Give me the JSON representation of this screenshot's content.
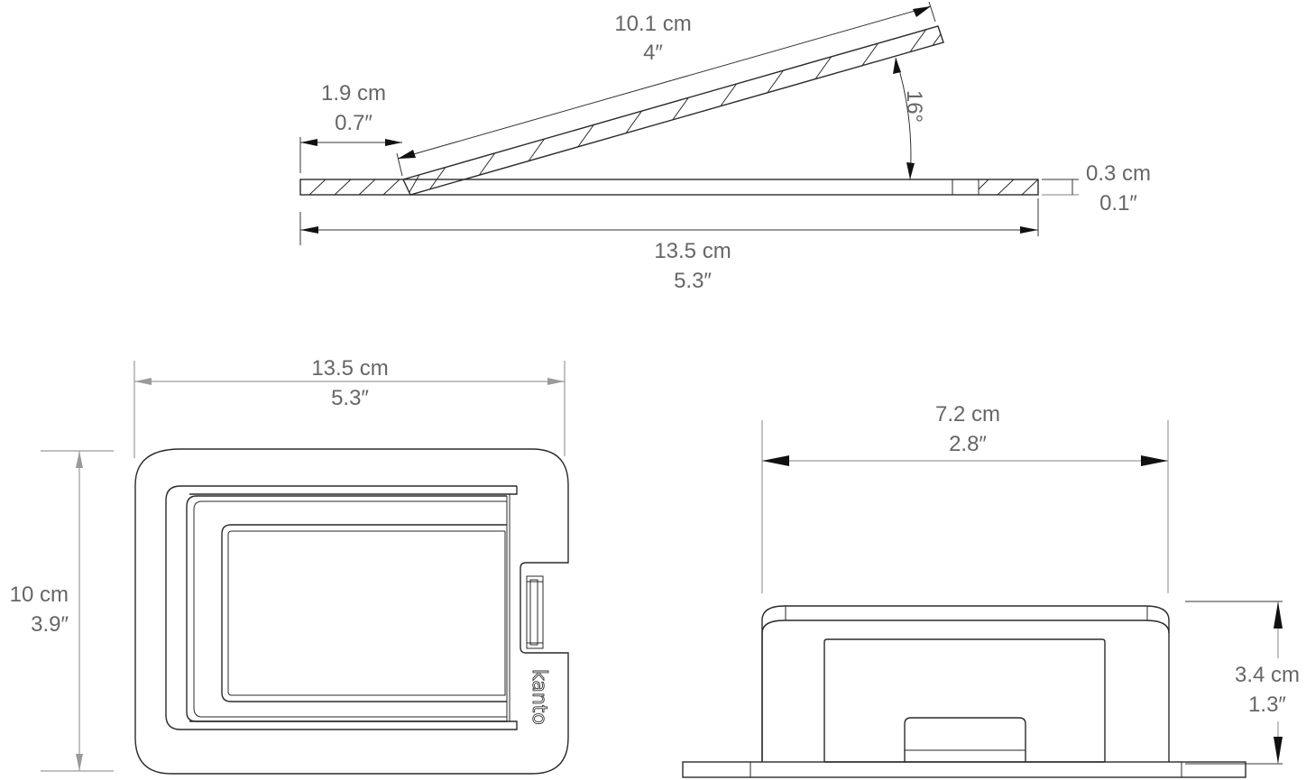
{
  "side_view": {
    "panel_length": {
      "cm": "10.1 cm",
      "in": "4″"
    },
    "front_lip": {
      "cm": "1.9 cm",
      "in": "0.7″"
    },
    "tilt_angle": "16°",
    "thickness": {
      "cm": "0.3 cm",
      "in": "0.1″"
    },
    "base_length": {
      "cm": "13.5 cm",
      "in": "5.3″"
    }
  },
  "top_view": {
    "width": {
      "cm": "13.5 cm",
      "in": "5.3″"
    },
    "depth": {
      "cm": "10 cm",
      "in": "3.9″"
    },
    "brand_logo": "kanto"
  },
  "front_view": {
    "width": {
      "cm": "7.2 cm",
      "in": "2.8″"
    },
    "height": {
      "cm": "3.4 cm",
      "in": "1.3″"
    }
  },
  "colors": {
    "outline": "#2a2a2a",
    "dimension_line": "#9a9a9a",
    "dimension_text": "#666666",
    "arrow": "#111111",
    "background": "#ffffff"
  }
}
